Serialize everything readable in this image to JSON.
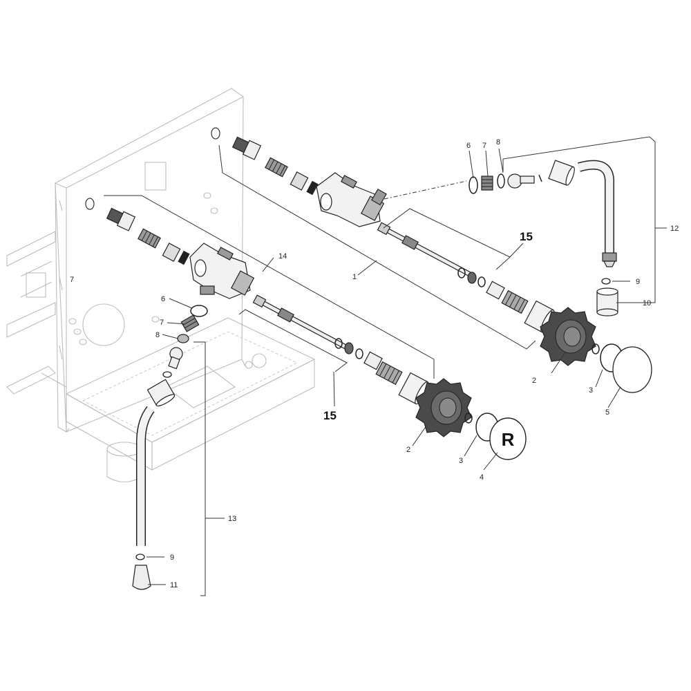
{
  "callouts": {
    "c1": "1",
    "c2a": "2",
    "c2b": "2",
    "c3a": "3",
    "c3b": "3",
    "c4": "4",
    "c5": "5",
    "c6a": "6",
    "c6b": "6",
    "c7a": "7",
    "c7b": "7",
    "c7c": "7",
    "c8a": "8",
    "c8b": "8",
    "c9a": "9",
    "c9b": "9",
    "c10": "10",
    "c11": "11",
    "c12": "12",
    "c13": "13",
    "c14": "14",
    "c15a": "15",
    "c15b": "15"
  },
  "badge_letter": "R",
  "colors": {
    "ghost_frame": "#b9bec3",
    "knob": "#4a4a4a",
    "ink": "#222222"
  }
}
